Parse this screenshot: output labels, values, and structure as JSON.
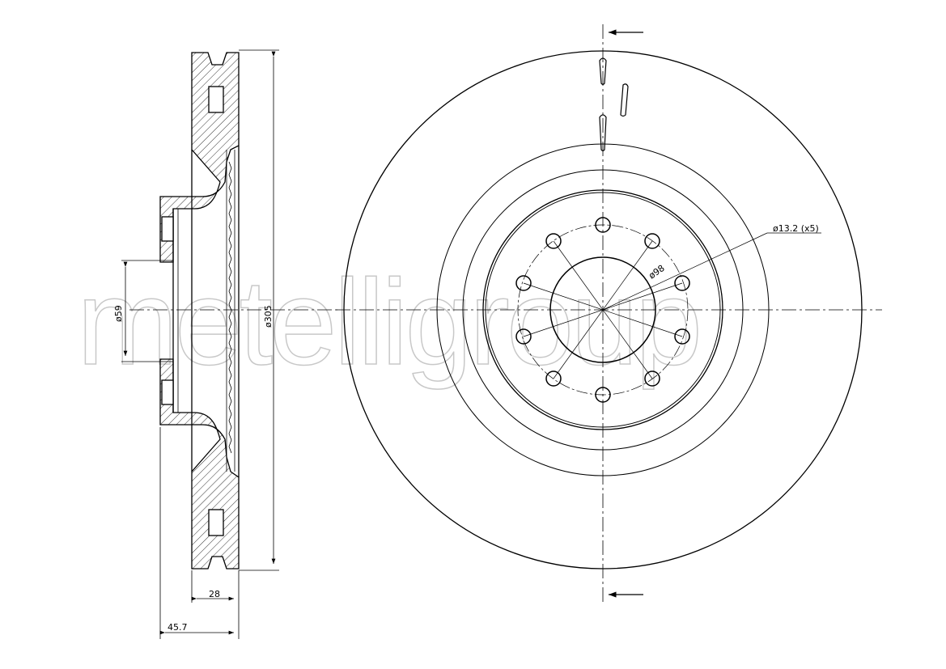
{
  "watermark": "metelligroup",
  "dimensions": {
    "hub_bore": "ø59",
    "outer_diameter": "ø305",
    "thickness": "28",
    "overall_height": "45.7",
    "bolt_hole": "ø13.2 (x5)",
    "bolt_circle": "ø98"
  },
  "colors": {
    "line": "#000000",
    "watermark": "#c8c8c8"
  }
}
